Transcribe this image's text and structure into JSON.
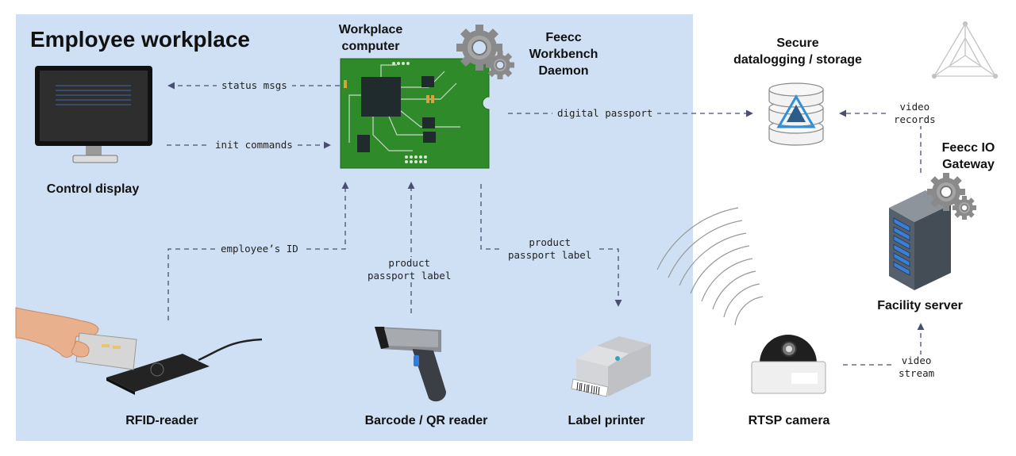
{
  "title": "Employee workplace",
  "nodes": {
    "workplace_computer": "Workplace\ncomputer",
    "daemon": "Feecc\nWorkbench\nDaemon",
    "control_display": "Control display",
    "secure_storage": "Secure\ndatalogging / storage",
    "io_gateway": "Feecc IO\nGateway",
    "facility_server": "Facility server",
    "rfid_reader": "RFID-reader",
    "barcode_reader": "Barcode / QR reader",
    "label_printer": "Label printer",
    "rtsp_camera": "RTSP camera"
  },
  "edges": {
    "status_msgs": "status msgs",
    "init_commands": "init commands",
    "digital_passport": "digital passport",
    "video_records": "video\nrecords",
    "employee_id": "employee’s ID",
    "product_label_scan": "product\npassport label",
    "product_label_print": "product\npassport label",
    "video_stream": "video\nstream"
  },
  "colors": {
    "workplace_bg": "#cfe0f4",
    "arrow": "#4a4f72",
    "pcb": "#2f8a2a",
    "gear": "#8a8a8a"
  }
}
